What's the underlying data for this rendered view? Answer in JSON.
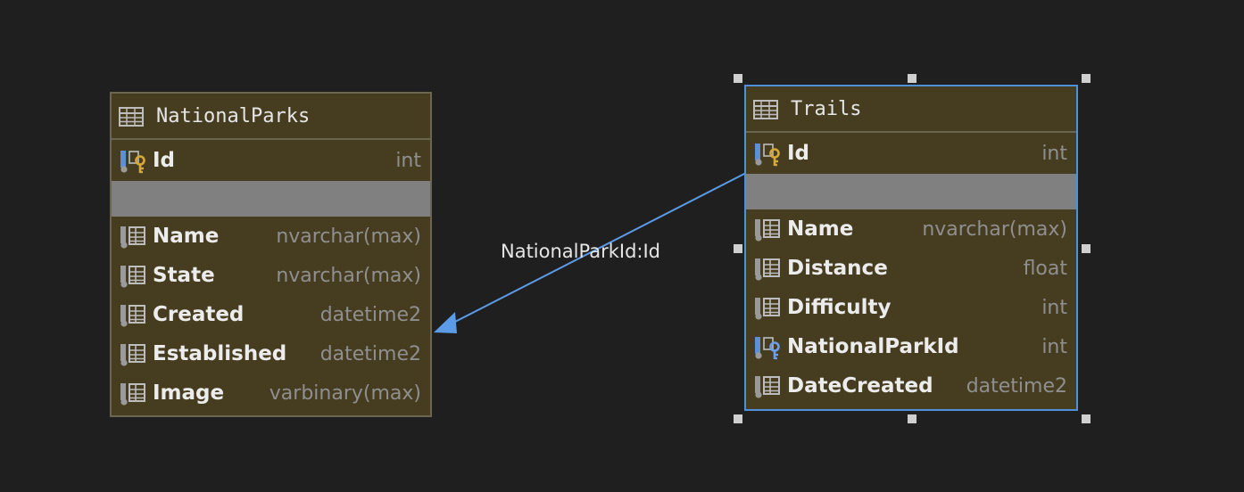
{
  "diagram": {
    "tables": [
      {
        "name": "NationalParks",
        "selected": false,
        "columns": [
          {
            "name": "Id",
            "type": "int",
            "icon": "primary-key-icon"
          },
          {
            "name": "Name",
            "type": "nvarchar(max)",
            "icon": "column-icon"
          },
          {
            "name": "State",
            "type": "nvarchar(max)",
            "icon": "column-icon"
          },
          {
            "name": "Created",
            "type": "datetime2",
            "icon": "column-icon"
          },
          {
            "name": "Established",
            "type": "datetime2",
            "icon": "column-icon"
          },
          {
            "name": "Image",
            "type": "varbinary(max)",
            "icon": "column-icon"
          }
        ]
      },
      {
        "name": "Trails",
        "selected": true,
        "columns": [
          {
            "name": "Id",
            "type": "int",
            "icon": "primary-key-icon"
          },
          {
            "name": "Name",
            "type": "nvarchar(max)",
            "icon": "column-icon"
          },
          {
            "name": "Distance",
            "type": "float",
            "icon": "column-icon"
          },
          {
            "name": "Difficulty",
            "type": "int",
            "icon": "column-icon"
          },
          {
            "name": "NationalParkId",
            "type": "int",
            "icon": "foreign-key-icon"
          },
          {
            "name": "DateCreated",
            "type": "datetime2",
            "icon": "column-icon"
          }
        ]
      }
    ],
    "relationships": [
      {
        "from": "Trails.NationalParkId",
        "to": "NationalParks.Id",
        "label": "NationalParkId:Id"
      }
    ]
  },
  "colors": {
    "background": "#1f1f1f",
    "table_fill": "#463d20",
    "table_border": "#6b6652",
    "selection": "#4f8fdc",
    "key_gold": "#d6a938",
    "separator": "#808080"
  }
}
